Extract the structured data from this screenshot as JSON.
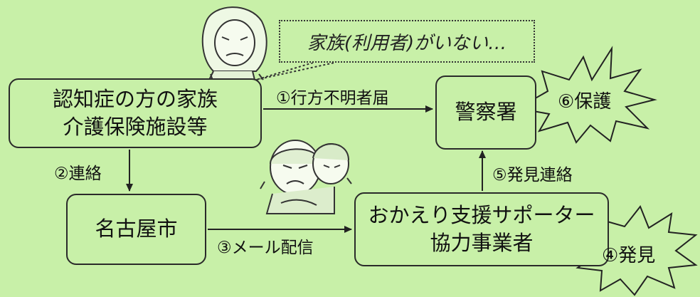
{
  "bubble": "家族(利用者)がいない…",
  "nodes": {
    "family": [
      "認知症の方の家族",
      "介護保険施設等"
    ],
    "police": "警察署",
    "city": "名古屋市",
    "supporter": [
      "おかえり支援サポーター",
      "協力事業者"
    ]
  },
  "edges": {
    "e1": "①行方不明者届",
    "e2": "②連絡",
    "e3": "③メール配信",
    "e5": "⑤発見連絡"
  },
  "bursts": {
    "found": "④発見",
    "protect": "⑥保護"
  },
  "icons": [
    "worried-woman-icon",
    "worried-elderly-couple-icon"
  ]
}
